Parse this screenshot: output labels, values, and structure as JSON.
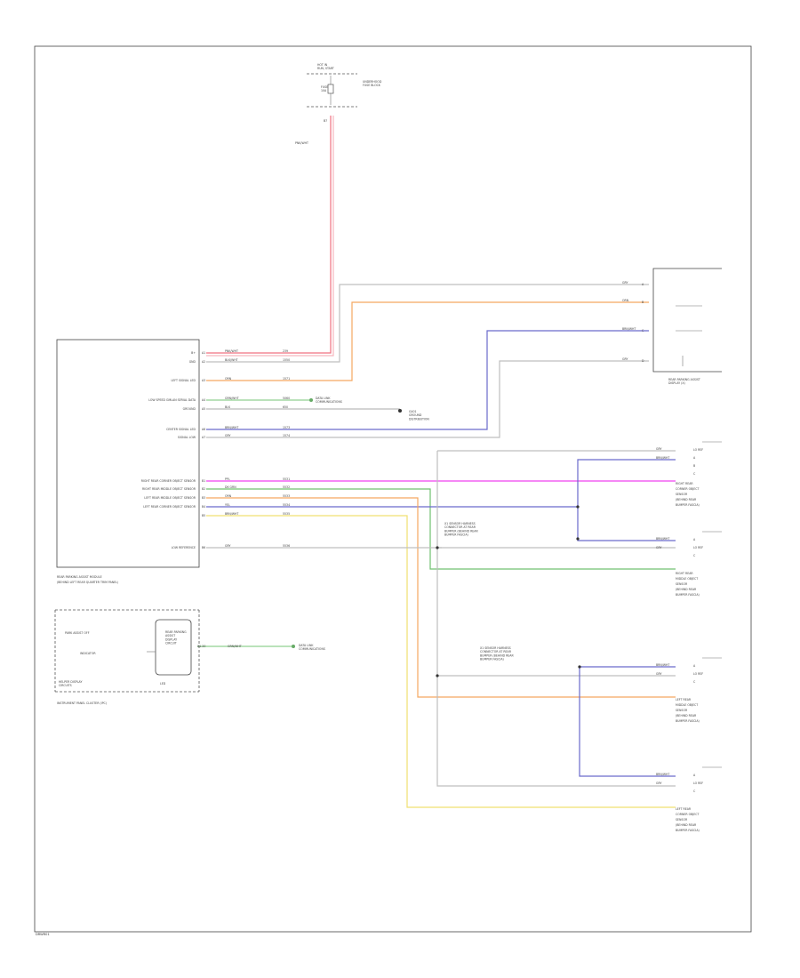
{
  "frame_code": "DRWR01",
  "fuse_block": {
    "title": "HOT IN\nRUN, START",
    "fuse": "FUSE\n10A",
    "note": "UNDERHOOD\nFUSE BLOCK",
    "terminal": "B7"
  },
  "feed_wire": {
    "color": "PNK/WHT",
    "circuit": "239"
  },
  "module": {
    "title": "REAR PARKING ASSIST MODULE",
    "location": "(BEHIND LEFT REAR QUARTER TRIM PANEL)",
    "pins": [
      {
        "pin": "A1",
        "label": "B+",
        "color": "PNK/WHT",
        "circuit": "239"
      },
      {
        "pin": "A2",
        "label": "GND",
        "color": "BLK/WHT",
        "circuit": "1550"
      },
      {
        "pin": "A3",
        "label": "LEFT SIGNAL LED",
        "color": "ORN",
        "circuit": "1571"
      },
      {
        "pin": "A4",
        "label": "LOW SPEED GMLAN SERIAL DATA",
        "color": "GRN/WHT",
        "circuit": "5060"
      },
      {
        "pin": "A5",
        "label": "GROUND",
        "color": "BLK",
        "circuit": "650"
      },
      {
        "pin": "A6",
        "label": "CENTER SIGNAL LED",
        "color": "BRN/WHT",
        "circuit": "1573"
      },
      {
        "pin": "A7",
        "label": "SIGNAL LOW",
        "color": "GRY",
        "circuit": "1574"
      },
      {
        "pin": "B1",
        "label": "RIGHT REAR CORNER OBJECT SENSOR",
        "color": "PPL",
        "circuit": "5531"
      },
      {
        "pin": "B2",
        "label": "RIGHT REAR MIDDLE OBJECT SENSOR",
        "color": "DK GRN",
        "circuit": "5532"
      },
      {
        "pin": "B3",
        "label": "LEFT REAR MIDDLE OBJECT SENSOR",
        "color": "ORN",
        "circuit": "5533"
      },
      {
        "pin": "B4",
        "label": "LEFT REAR CORNER OBJECT SENSOR",
        "color": "YEL",
        "circuit": "5534"
      },
      {
        "pin": "B5",
        "label": "",
        "color": "BRN/WHT",
        "circuit": "5535"
      },
      {
        "pin": "B6",
        "label": "LOW REFERENCE",
        "color": "GRY",
        "circuit": "5536"
      }
    ]
  },
  "notes": {
    "data_comm": "DATA LINK\nCOMMUNICATIONS",
    "ground_dist": "G401\nGROUND\nDISTRIBUTION",
    "cluster_data": "DATA LINK\nCOMMUNICATIONS"
  },
  "display": {
    "title": "REAR PARKING ASSIST DISPLAY",
    "right_label": "REAR PARKING\nASSIST\nDISPLAY\nCIRCUIT",
    "labels": [
      "PARK ASSIST OFF",
      "INDICATOR",
      "LED"
    ],
    "cluster_ref": "INSTRUMENT PANEL CLUSTER (IPC)",
    "cluster_sub": "HELPER DISPLAY\nCIRCUITS",
    "pin": "X1-20",
    "wire_color": "GRN/WHT"
  },
  "rear_display": {
    "title": "REAR PARKING ASSIST\nDISPLAY (X)",
    "wires": [
      "GRY",
      "ORN",
      "BRN/WHT",
      "GRY"
    ],
    "pins": [
      "A",
      "B",
      "C",
      "D"
    ]
  },
  "sensors": [
    {
      "name": "RIGHT REAR\nCORNER OBJECT\nSENSOR\n(BEHIND REAR\nBUMPER FASCIA)",
      "c1": "GRY",
      "c2": "BRN/WHT",
      "c3": "PPL",
      "pins": [
        "LO REF",
        "A",
        "B",
        "C"
      ]
    },
    {
      "name": "RIGHT REAR\nMIDDLE OBJECT\nSENSOR\n(BEHIND REAR\nBUMPER FASCIA)",
      "c1": "BRN/WHT",
      "c2": "GRY",
      "c3": "DK GRN",
      "pins": [
        "A",
        "LO REF",
        "C"
      ]
    },
    {
      "name": "LEFT REAR\nMIDDLE OBJECT\nSENSOR\n(BEHIND REAR\nBUMPER FASCIA)",
      "c1": "BRN/WHT",
      "c2": "GRY",
      "c3": "ORN",
      "pins": [
        "A",
        "LO REF",
        "C"
      ]
    },
    {
      "name": "LEFT REAR\nCORNER OBJECT\nSENSOR\n(BEHIND REAR\nBUMPER FASCIA)",
      "c1": "BRN/WHT",
      "c2": "GRY",
      "c3": "YEL",
      "pins": [
        "A",
        "LO REF",
        "C"
      ]
    }
  ],
  "splices": {
    "sp1": "X1 SENSOR HARNESS\nCONNECTOR AT REAR\nBUMPER (BEHIND REAR\nBUMPER FASCIA)",
    "sp2": "X1 SENSOR HARNESS\nCONNECTOR AT REAR\nBUMPER (BEHIND REAR\nBUMPER FASCIA)"
  }
}
